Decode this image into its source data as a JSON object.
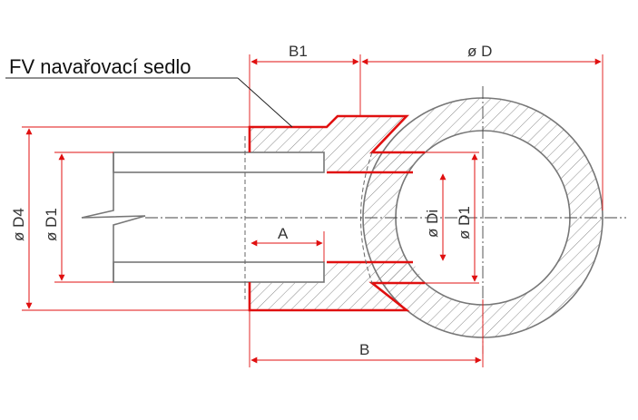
{
  "title": "FV navařovací sedlo",
  "dimensions": {
    "B1": "B1",
    "D": "ø D",
    "D4": "ø D4",
    "D1_left": "ø D1",
    "Di": "ø Di",
    "D1_right": "ø D1",
    "A": "A",
    "B": "B"
  },
  "colors": {
    "outline_red": "#e01010",
    "outline_gray": "#777777",
    "hatch": "#8a8a8a",
    "text": "#333333"
  }
}
